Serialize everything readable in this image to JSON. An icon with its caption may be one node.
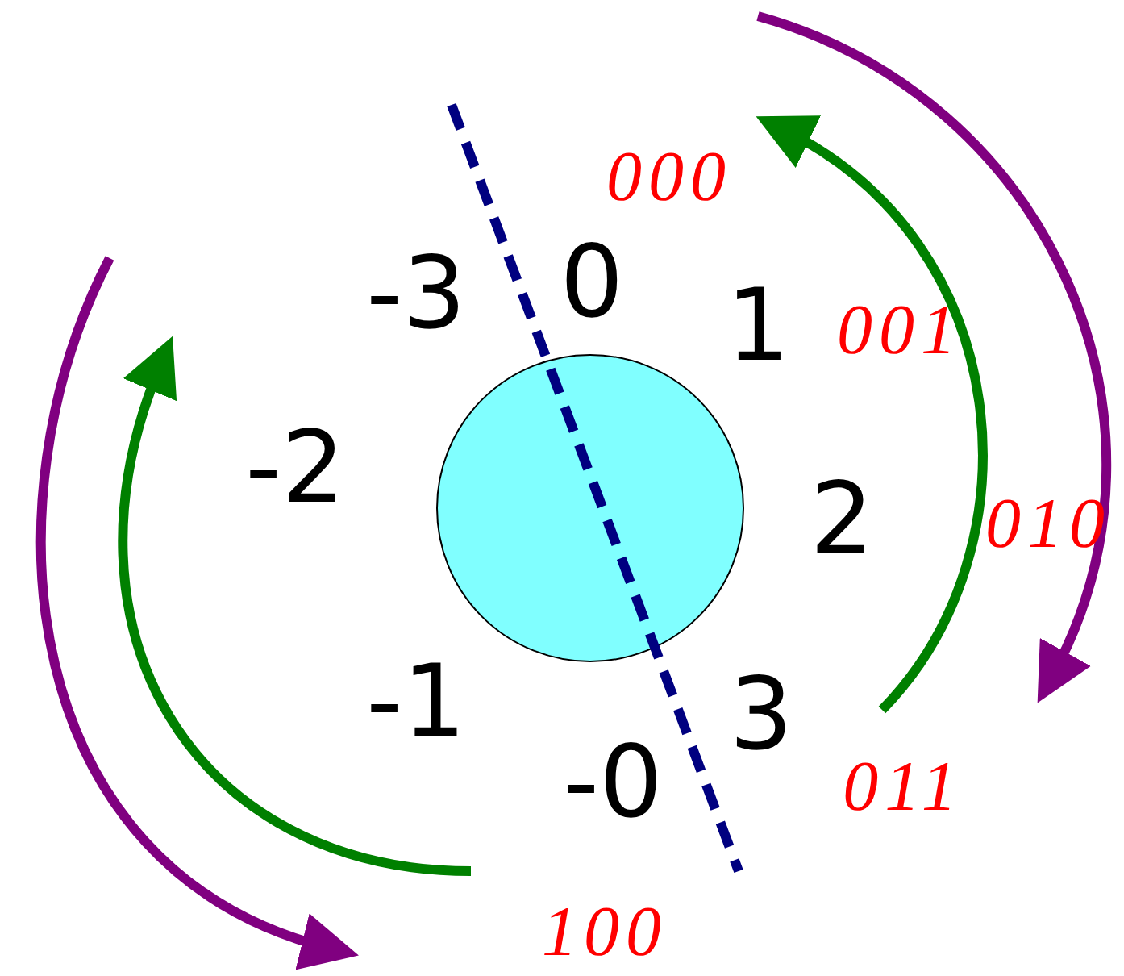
{
  "diagram": {
    "nodes": [
      {
        "text": [],
        "shape": "circle"
      }
    ],
    "labels": [
      "000",
      "-3",
      "0",
      "1",
      "001",
      "-2",
      "2",
      "010",
      "-1",
      "3",
      "011",
      "-0",
      "100"
    ]
  }
}
